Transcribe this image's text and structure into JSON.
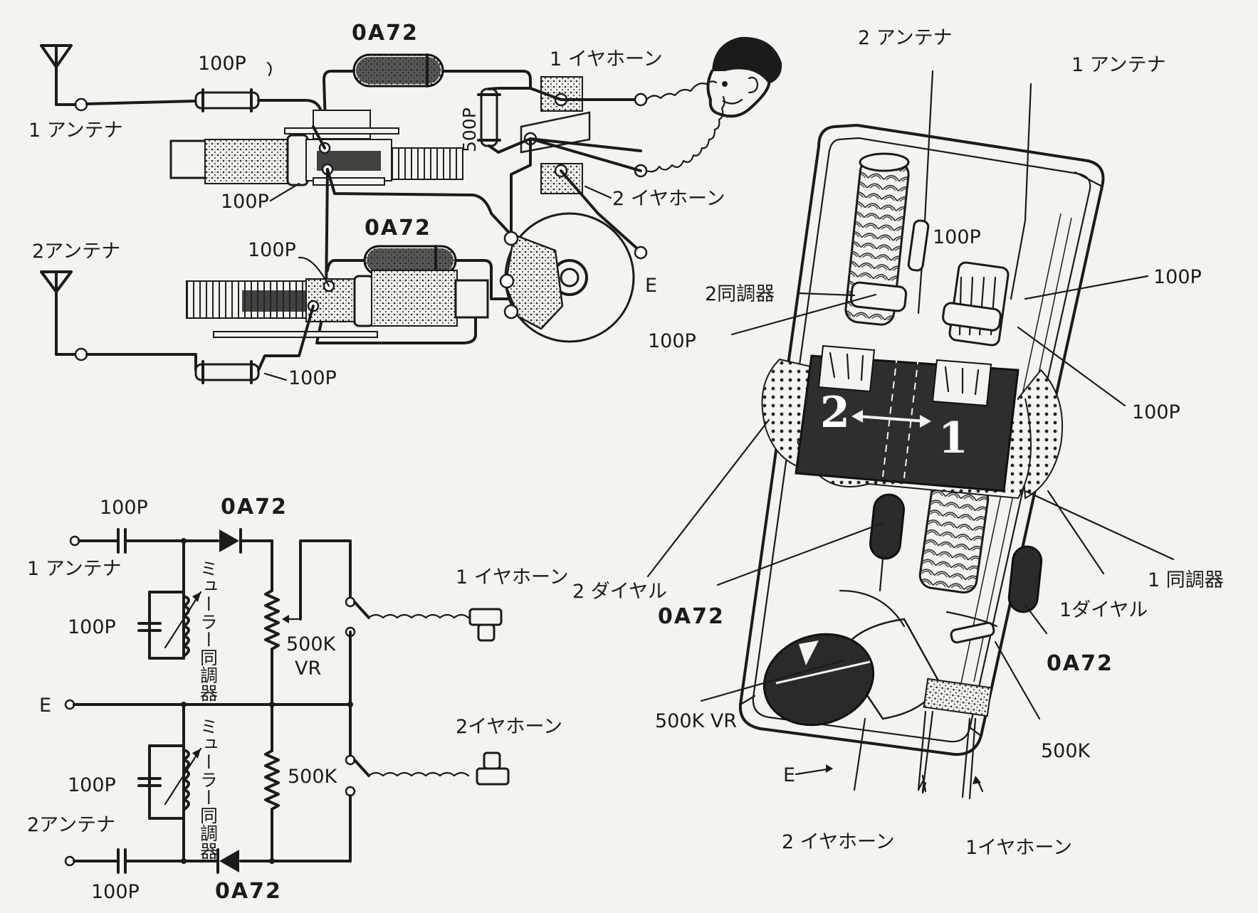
{
  "wiring_diagram": {
    "labels": {
      "diode_top": "0A72",
      "diode_bottom": "0A72",
      "cap_antenna1": "100P",
      "cap_tuner1": "100P",
      "cap_500p": "500P",
      "cap_antenna2_upper": "100P",
      "cap_antenna2_lower": "100P",
      "antenna1": "1 アンテナ",
      "antenna2": "2アンテナ",
      "earphone1": "1 イヤホーン",
      "earphone2": "2 イヤホーン",
      "ground": "E"
    }
  },
  "schematic": {
    "labels": {
      "cap_in1": "100P",
      "diode1": "0A72",
      "antenna1": "1 アンテナ",
      "cap_tune1": "100P",
      "tuner1": "ミューラー同調器",
      "vr1_value": "500K",
      "vr1_type": "VR",
      "earphone1": "1 イヤホーン",
      "ground": "E",
      "tuner2": "ミューラー同調器",
      "earphone2": "2イヤホーン",
      "cap_tune2": "100P",
      "r2_value": "500K",
      "antenna2": "2アンテナ",
      "cap_in2": "100P",
      "diode2": "0A72"
    }
  },
  "assembly": {
    "labels": {
      "antenna2": "2 アンテナ",
      "antenna1": "1 アンテナ",
      "cap_center": "100P",
      "cap_right_top": "100P",
      "tuner2": "2同調器",
      "cap_left": "100P",
      "cap_right_mid": "100P",
      "dial2_number": "2",
      "dial1_number": "1",
      "tuner1": "1 同調器",
      "dial2": "2 ダイヤル",
      "dial1": "1ダイヤル",
      "diode_left": "0A72",
      "diode_right": "0A72",
      "vr": "500K VR",
      "resistor": "500K",
      "ground": "E",
      "earphone2": "2 イヤホーン",
      "earphone1": "1イヤホーン"
    }
  }
}
